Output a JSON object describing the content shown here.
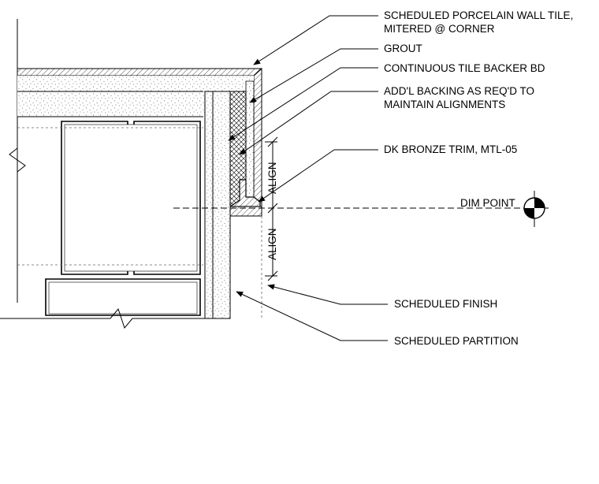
{
  "notes": {
    "porcelain_line1": "SCHEDULED PORCELAIN WALL TILE,",
    "porcelain_line2": "MITERED @ CORNER",
    "grout": "GROUT",
    "backer": "CONTINUOUS TILE BACKER BD",
    "backing_line1": "ADD'L BACKING AS REQ'D TO",
    "backing_line2": "MAINTAIN ALIGNMENTS",
    "trim": "DK BRONZE TRIM, MTL-05",
    "dim_point": "DIM POINT",
    "finish": "SCHEDULED FINISH",
    "partition": "SCHEDULED PARTITION"
  },
  "dimensions": {
    "align_upper": "ALIGN",
    "align_lower": "ALIGN"
  },
  "colors": {
    "line": "#000000",
    "hatch_fill": "#f4f4f4"
  }
}
